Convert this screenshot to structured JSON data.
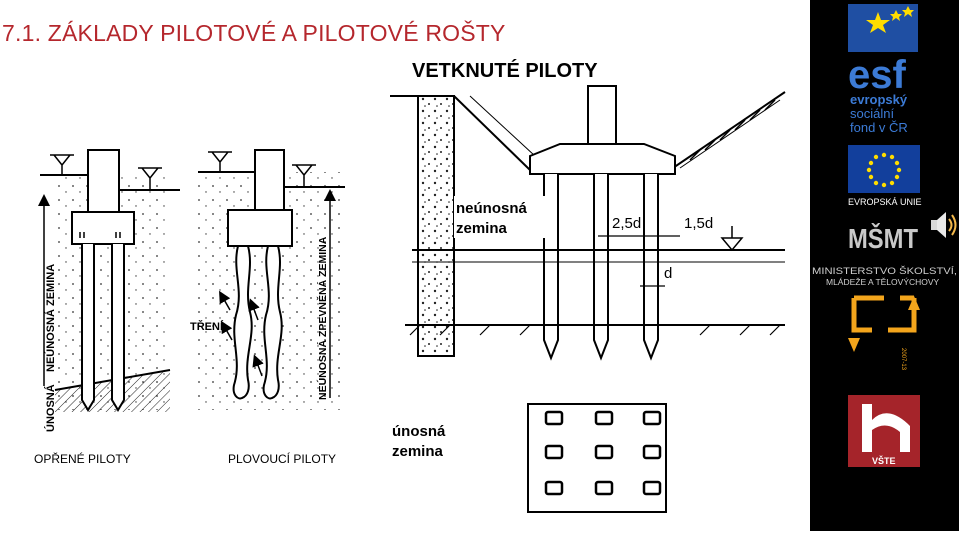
{
  "page": {
    "title": "7.1. ZÁKLADY PILOTOVÉ A PILOTOVÉ ROŠTY"
  },
  "captions": {
    "supported_piles": "OPŘENÉ PILOTY",
    "floating_piles": "PLOVOUCÍ PILOTY"
  },
  "diagram_left": {
    "soil_nonbearing": "NEÚNOSNÁ ZEMINA",
    "soil_bearing": "ÚNOSNÁ"
  },
  "diagram_middle": {
    "friction": "TŘENÍ",
    "soil_nonbearing_reinforced": "NEÚNOSNÁ ZPEVNĚNÁ ZEMINA"
  },
  "diagram_right": {
    "heading": "VETKNUTÉ PILOTY",
    "soil_nonbearing_line1": "neúnosná",
    "soil_nonbearing_line2": "zemina",
    "soil_bearing_line1": "únosná",
    "soil_bearing_line2": "zemina",
    "dim_spacing": "2,5d",
    "dim_edge": "1,5d",
    "dim_diameter": "d"
  },
  "sidebar": {
    "esf_logo_text": "esf",
    "esf_line1": "evropský",
    "esf_line2": "sociální",
    "esf_line3": "fond v ČR",
    "eu_label": "EVROPSKÁ UNIE",
    "msmt_logo_text": "MŠMT",
    "ministry_line1": "MINISTERSTVO ŠKOLSTVÍ,",
    "ministry_line2": "MLÁDEŽE A TĚLOVÝCHOVY",
    "project_badge": "2007-13",
    "vste_label": "VŠTE",
    "colors": {
      "background": "#000000",
      "esf_blue": "#1f4fa3",
      "eu_blue": "#123f9c",
      "star_yellow": "#ffdd00",
      "badge_orange": "#f3a51c",
      "vste_red": "#a5242a"
    }
  }
}
